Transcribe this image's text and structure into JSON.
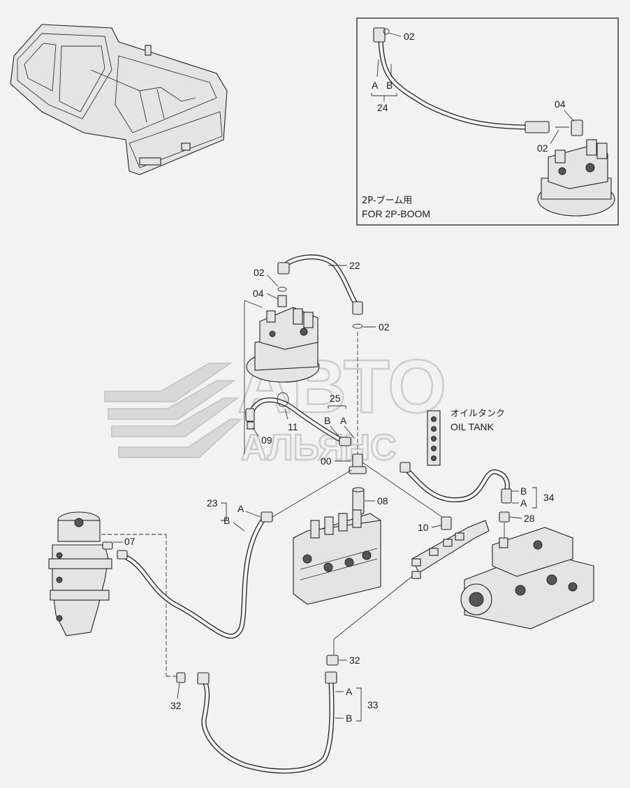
{
  "inset": {
    "title_jp": "2P-ブーム用",
    "title_en": "FOR 2P-BOOM",
    "labels": {
      "p02_top": "02",
      "p04": "04",
      "p02_mid": "02",
      "p24": "24",
      "a": "A",
      "b": "B"
    }
  },
  "callouts": {
    "c22": "22",
    "c02_left": "02",
    "c04": "04",
    "c02_right": "02",
    "c25": "25",
    "c25_b": "B",
    "c25_a": "A",
    "c11": "11",
    "c09": "09",
    "c00": "00",
    "c08": "08",
    "c23": "23",
    "c23_a": "A",
    "c23_b": "B",
    "c07": "07",
    "c10": "10",
    "c34": "34",
    "c34_b": "B",
    "c34_a": "A",
    "c28": "28",
    "c32_right": "32",
    "c32_left": "32",
    "c33": "33",
    "c33_a": "A",
    "c33_b": "B"
  },
  "tank": {
    "label_jp": "オイルタンク",
    "label_en": "OIL TANK"
  },
  "watermark": {
    "line1": "АВТО",
    "line2": "АЛЬЯНС"
  }
}
